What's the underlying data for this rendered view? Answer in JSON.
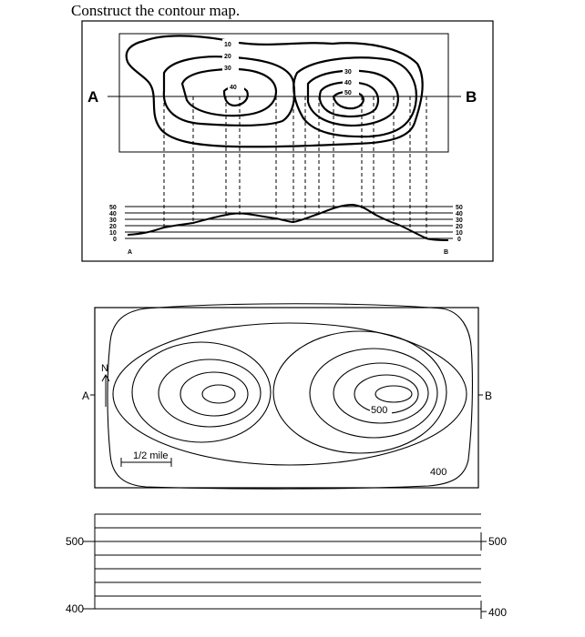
{
  "title": "Construct the contour map.",
  "example": {
    "point_a": "A",
    "point_b": "B",
    "contour_labels": {
      "left": [
        "10",
        "20",
        "30",
        "40"
      ],
      "right": [
        "30",
        "40",
        "50"
      ]
    },
    "profile_scale": [
      "50",
      "40",
      "30",
      "20",
      "10",
      "0"
    ],
    "profile_a": "A",
    "profile_b": "B"
  },
  "exercise": {
    "point_a": "A",
    "point_b": "B",
    "north": "N",
    "scale_label": "1/2 mile",
    "contour_500": "500",
    "contour_400": "400"
  },
  "profile_grid": {
    "left_top": "500",
    "left_bottom": "400",
    "right_top": "500",
    "right_bottom": "400"
  }
}
